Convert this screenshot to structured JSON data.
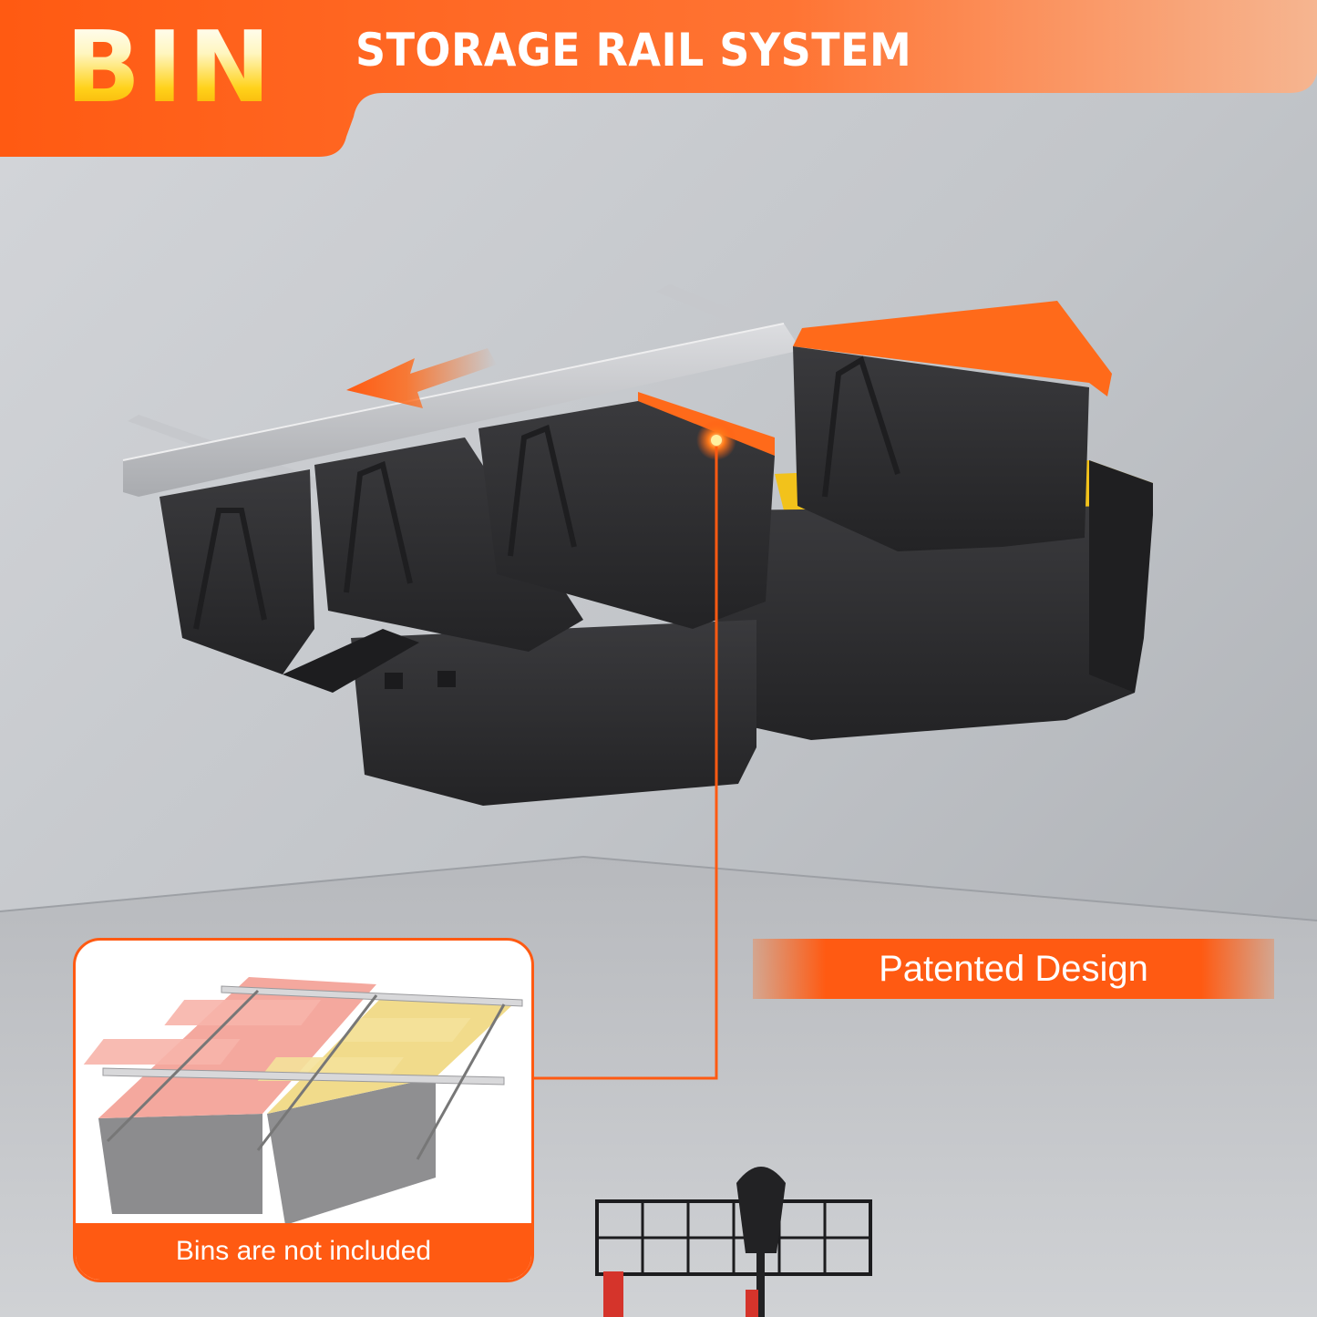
{
  "header": {
    "title": "BIN",
    "subtitle": "STORAGE RAIL SYSTEM"
  },
  "callout": {
    "label": "Patented Design"
  },
  "inset": {
    "caption": "Bins are not included"
  },
  "colors": {
    "accent_orange": "#ff5a12",
    "title_yellow": "#ffd21a",
    "bin_black": "#2f2f31",
    "lid_yellow": "#f2c21b",
    "ceiling_gray": "#c9ccd0"
  },
  "icons": [
    "slide-arrow-icon",
    "callout-dot-icon"
  ]
}
